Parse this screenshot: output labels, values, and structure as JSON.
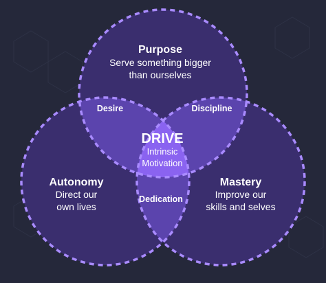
{
  "colors": {
    "background": "#25283a",
    "circle_fill": "#3a2e6e",
    "overlap_fill": "#5b44ad",
    "center_fill": "#8a63f0",
    "dash_stroke": "#a98bff",
    "text": "#ffffff"
  },
  "diagram": {
    "center": {
      "title": "DRIVE",
      "line1": "Intrinsic",
      "line2": "Motivation"
    },
    "circles": [
      {
        "id": "purpose",
        "title": "Purpose",
        "line1": "Serve something bigger",
        "line2": "than ourselves"
      },
      {
        "id": "autonomy",
        "title": "Autonomy",
        "line1": "Direct our",
        "line2": "own lives"
      },
      {
        "id": "mastery",
        "title": "Mastery",
        "line1": "Improve our",
        "line2": "skills and selves"
      }
    ],
    "overlaps": {
      "desire": "Desire",
      "discipline": "Discipline",
      "dedication": "Dedication"
    }
  }
}
